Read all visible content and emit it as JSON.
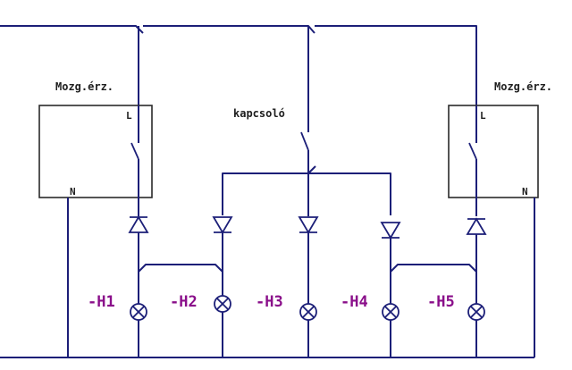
{
  "sensors": [
    {
      "label": "Mozg.érz.",
      "terminal_l": "L",
      "terminal_n": "N"
    },
    {
      "label": "Mozg.érz.",
      "terminal_l": "L",
      "terminal_n": "N"
    }
  ],
  "switch": {
    "label": "kapcsoló"
  },
  "lamps": [
    {
      "label": "-H1"
    },
    {
      "label": "-H2"
    },
    {
      "label": "-H3"
    },
    {
      "label": "-H4"
    },
    {
      "label": "-H5"
    }
  ],
  "colors": {
    "wire": "#1c1f78",
    "lamp_label": "#8a0f8a",
    "text": "#1e1e1e"
  }
}
